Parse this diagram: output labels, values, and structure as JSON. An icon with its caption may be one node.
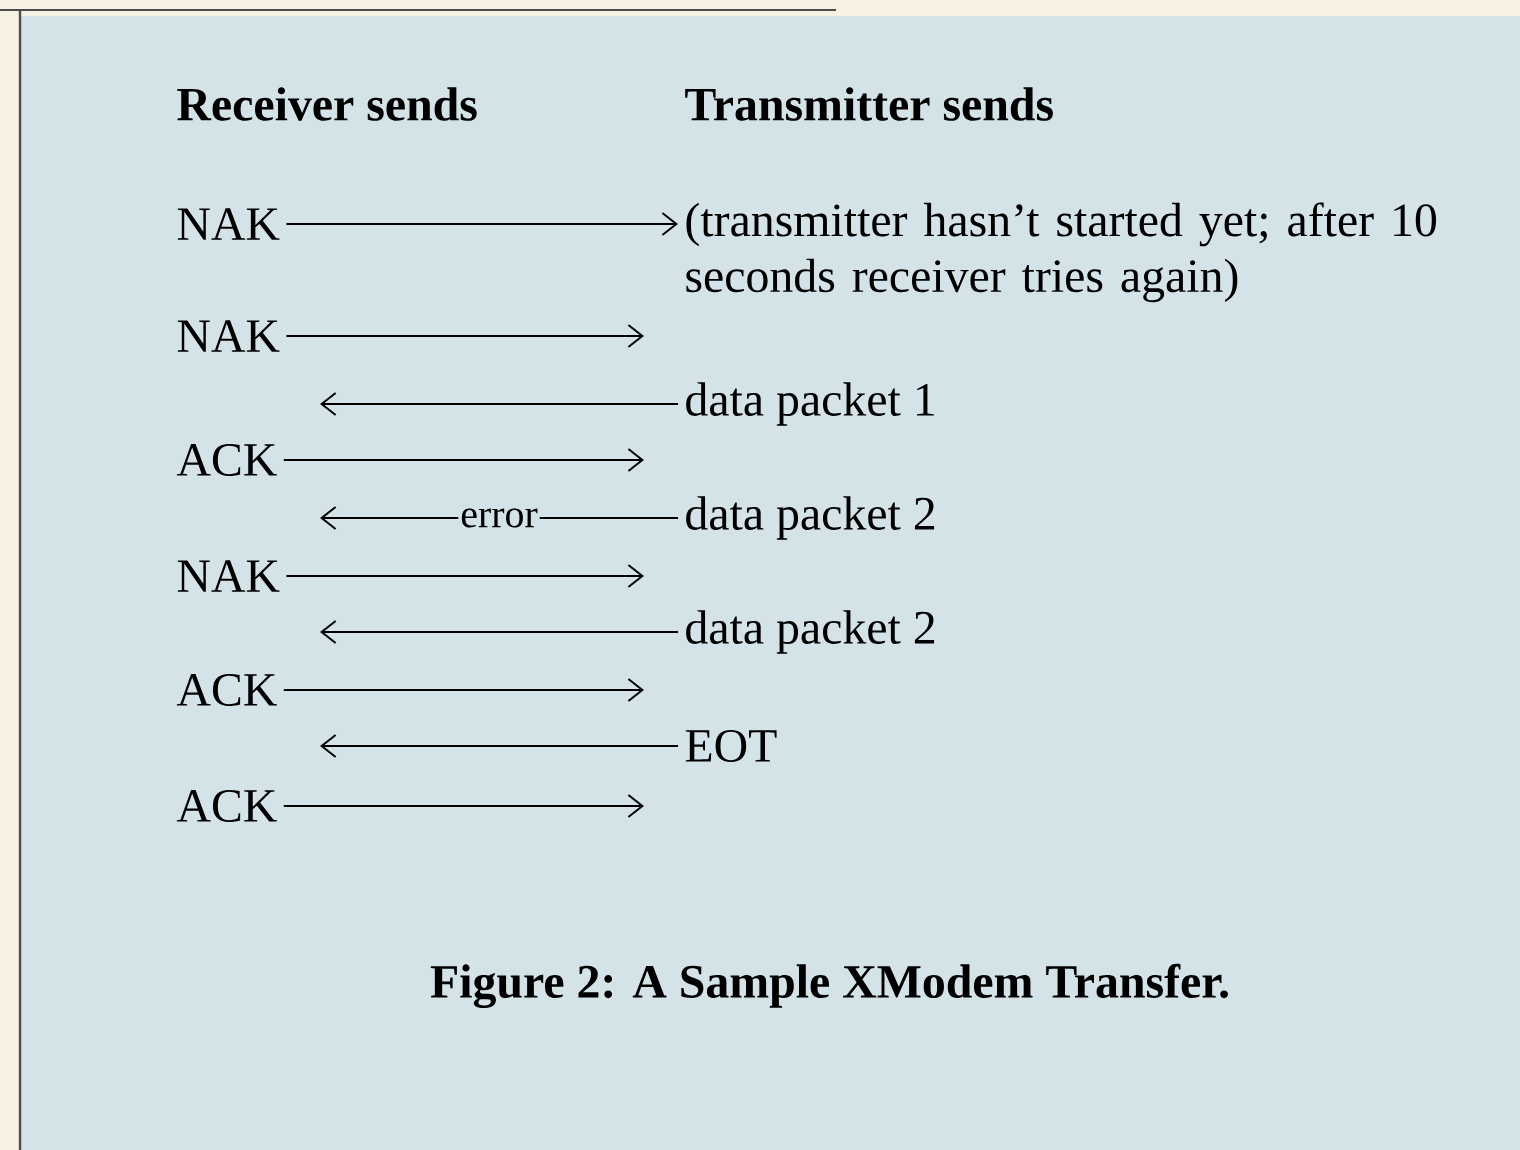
{
  "diagram": {
    "caption": "Figure 2:  A Sample XModem Transfer.",
    "nodes": [
      {
        "text": [
          "NAK"
        ]
      },
      {
        "text": [
          "(transmitter hasn’t started yet; after 10 seconds receiver tries again)"
        ]
      },
      {
        "text": [
          "NAK"
        ]
      },
      {
        "text": [
          "data packet 1"
        ]
      },
      {
        "text": [
          "ACK"
        ]
      },
      {
        "text": [
          "data packet 2"
        ]
      },
      {
        "text": [
          "NAK"
        ]
      },
      {
        "text": [
          "data packet 2"
        ]
      },
      {
        "text": [
          "ACK"
        ]
      },
      {
        "text": [
          "EOT"
        ]
      },
      {
        "text": [
          "ACK"
        ]
      }
    ],
    "edges": [
      {
        "from": 0,
        "to": 1,
        "arrow": "to"
      },
      {
        "from": 2,
        "to": null,
        "arrow": "to"
      },
      {
        "from": 3,
        "to": null,
        "arrow": "to"
      },
      {
        "from": 4,
        "to": null,
        "arrow": "to"
      },
      {
        "from": 5,
        "to": null,
        "arrow": "to",
        "label": "error"
      },
      {
        "from": 6,
        "to": null,
        "arrow": "to"
      },
      {
        "from": 7,
        "to": null,
        "arrow": "to"
      },
      {
        "from": 8,
        "to": null,
        "arrow": "to"
      },
      {
        "from": 9,
        "to": null,
        "arrow": "to"
      },
      {
        "from": 10,
        "to": null,
        "arrow": "to"
      }
    ],
    "labels": [
      "Receiver sends",
      "Transmitter sends"
    ]
  }
}
